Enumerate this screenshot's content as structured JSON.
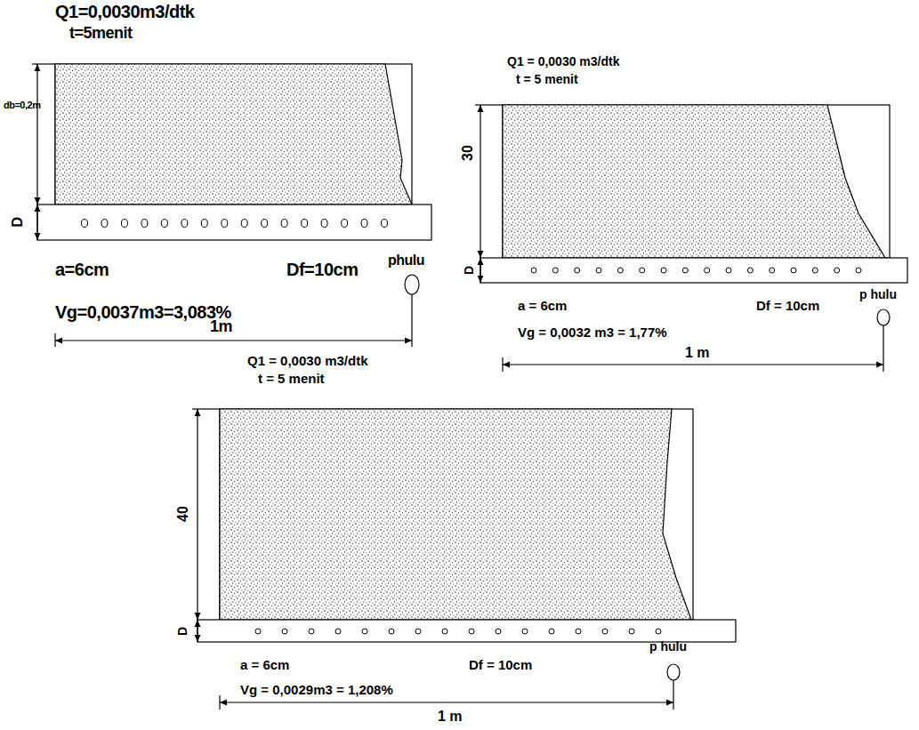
{
  "diagram": {
    "labels": [
      "Q1=0,0030m3/dtk",
      "t=5menit",
      "db=0,2m",
      "D",
      "a=6cm",
      "Df=10cm",
      "phulu",
      "Vg=0,0037m3=3,083%",
      "1m",
      "Q1 = 0,0030 m3/dtk",
      "t = 5 menit",
      "30",
      "D",
      "a = 6cm",
      "Df = 10cm",
      "p hulu",
      "Vg = 0,0032 m3 = 1,77%",
      "1 m",
      "Q1 = 0,0030 m3/dtk",
      "t = 5 menit",
      "40",
      "D",
      "a = 6cm",
      "Df = 10cm",
      "p hulu",
      "Vg = 0,0029m3 = 1,208%",
      "1 m"
    ]
  }
}
